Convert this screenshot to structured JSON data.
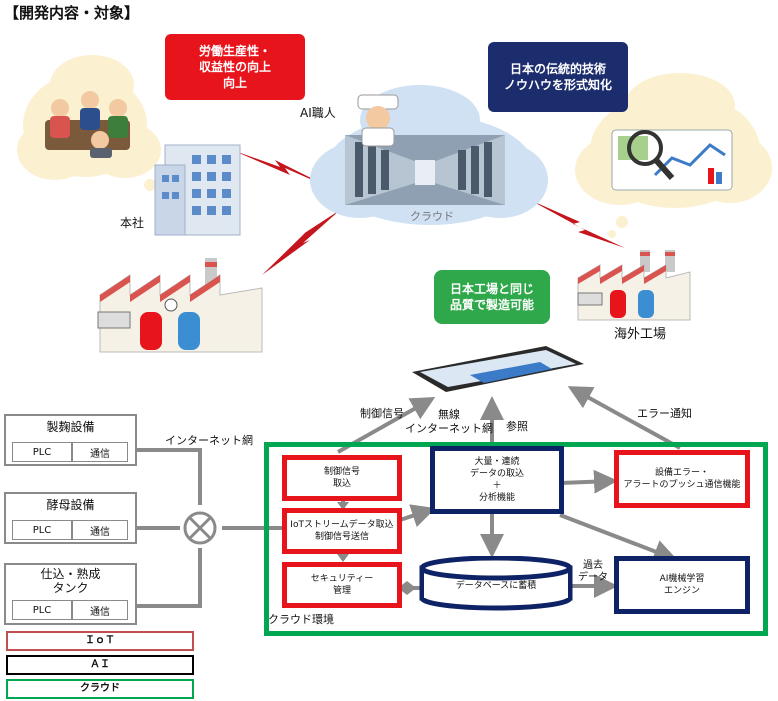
{
  "header": {
    "title": "【開発内容・対象】"
  },
  "callouts": {
    "productivity": "労働生産性・\n収益性の向上\n向上",
    "knowhow": "日本の伝統的技術\nノウハウを形式知化",
    "same_quality": "日本工場と同じ\n品質で製造可能"
  },
  "labels": {
    "ai_craftsman": "AI職人",
    "cloud": "クラウド",
    "headquarters": "本社",
    "overseas_factory": "海外工場",
    "control_signal": "制御信号",
    "wireless": "無線\nインターネット網",
    "reference": "参照",
    "error_notice": "エラー通知",
    "internet": "インターネット網",
    "past_data": "過去\nデータ",
    "cloud_env": "クラウド環境"
  },
  "equipment": [
    {
      "name": "製麹設備",
      "plc": "PLC",
      "comm": "通信"
    },
    {
      "name": "酵母設備",
      "plc": "PLC",
      "comm": "通信"
    },
    {
      "name": "仕込・熟成\nタンク",
      "plc": "PLC",
      "comm": "通信"
    }
  ],
  "system": {
    "control_intake": "制御信号\n取込",
    "iot_stream": "IoTストリームデータ取込\n制御信号送信",
    "security": "セキュリティー\n管理",
    "bulk_data": "大量・連続\nデータの取込\n＋\n分析機能",
    "database": "データベースに蓄積",
    "error_push": "設備エラー・\nアラートのプッシュ通信機能",
    "ml_engine": "AI機械学習\nエンジン"
  },
  "legend": [
    {
      "label": "ＩｏＴ",
      "color": "#c0504d"
    },
    {
      "label": "ＡＩ",
      "color": "#000000"
    },
    {
      "label": "クラウド",
      "color": "#00a650"
    }
  ],
  "colors": {
    "red": "#e8141c",
    "navy": "#0e2366",
    "green": "#00a650",
    "gray": "#8a8a8a"
  }
}
